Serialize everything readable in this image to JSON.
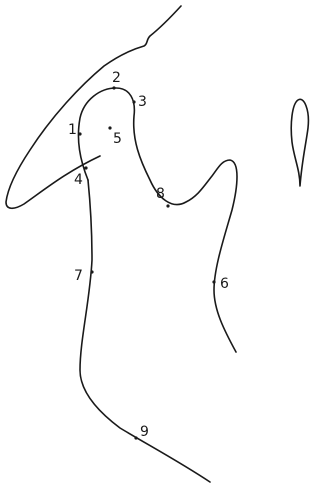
{
  "ink_color": "#1a1a1a",
  "background": "#ffffff",
  "landmarks": {
    "p1": "1",
    "p2": "2",
    "p3": "3",
    "p4": "4",
    "p5": "5",
    "p6": "6",
    "p7": "7",
    "p8": "8",
    "p9": "9"
  }
}
